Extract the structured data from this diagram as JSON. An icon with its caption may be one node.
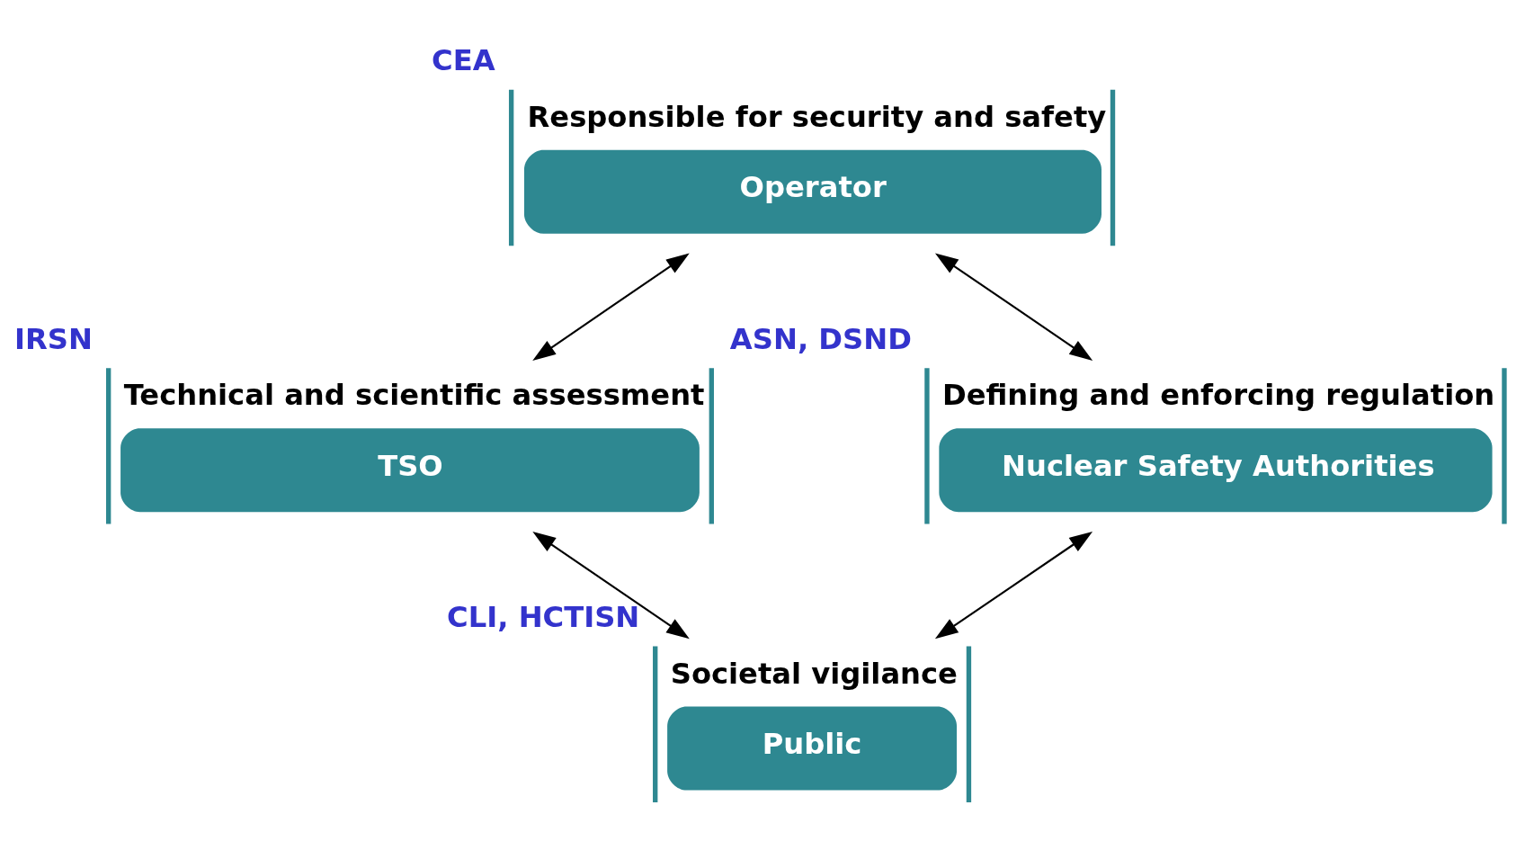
{
  "diagram": {
    "nodes": [
      {
        "text": [
          "Responsible for security and safety",
          "Operator"
        ],
        "beside": [
          "CEA"
        ]
      },
      {
        "text": [
          "Technical and scientific assessment",
          "TSO"
        ],
        "beside": [
          "IRSN"
        ]
      },
      {
        "text": [
          "Defining and enforcing regulation",
          "Nuclear Safety Authorities"
        ],
        "beside": [
          "ASN, DSND"
        ]
      },
      {
        "text": [
          "Societal vigilance",
          "Public"
        ],
        "beside": [
          "CLI, HCTISN"
        ]
      }
    ],
    "edges": [
      {
        "from": 0,
        "to": 1,
        "arrow": "both"
      },
      {
        "from": 0,
        "to": 2,
        "arrow": "both"
      },
      {
        "from": 1,
        "to": 3,
        "arrow": "both"
      },
      {
        "from": 2,
        "to": 3,
        "arrow": "both"
      }
    ]
  }
}
